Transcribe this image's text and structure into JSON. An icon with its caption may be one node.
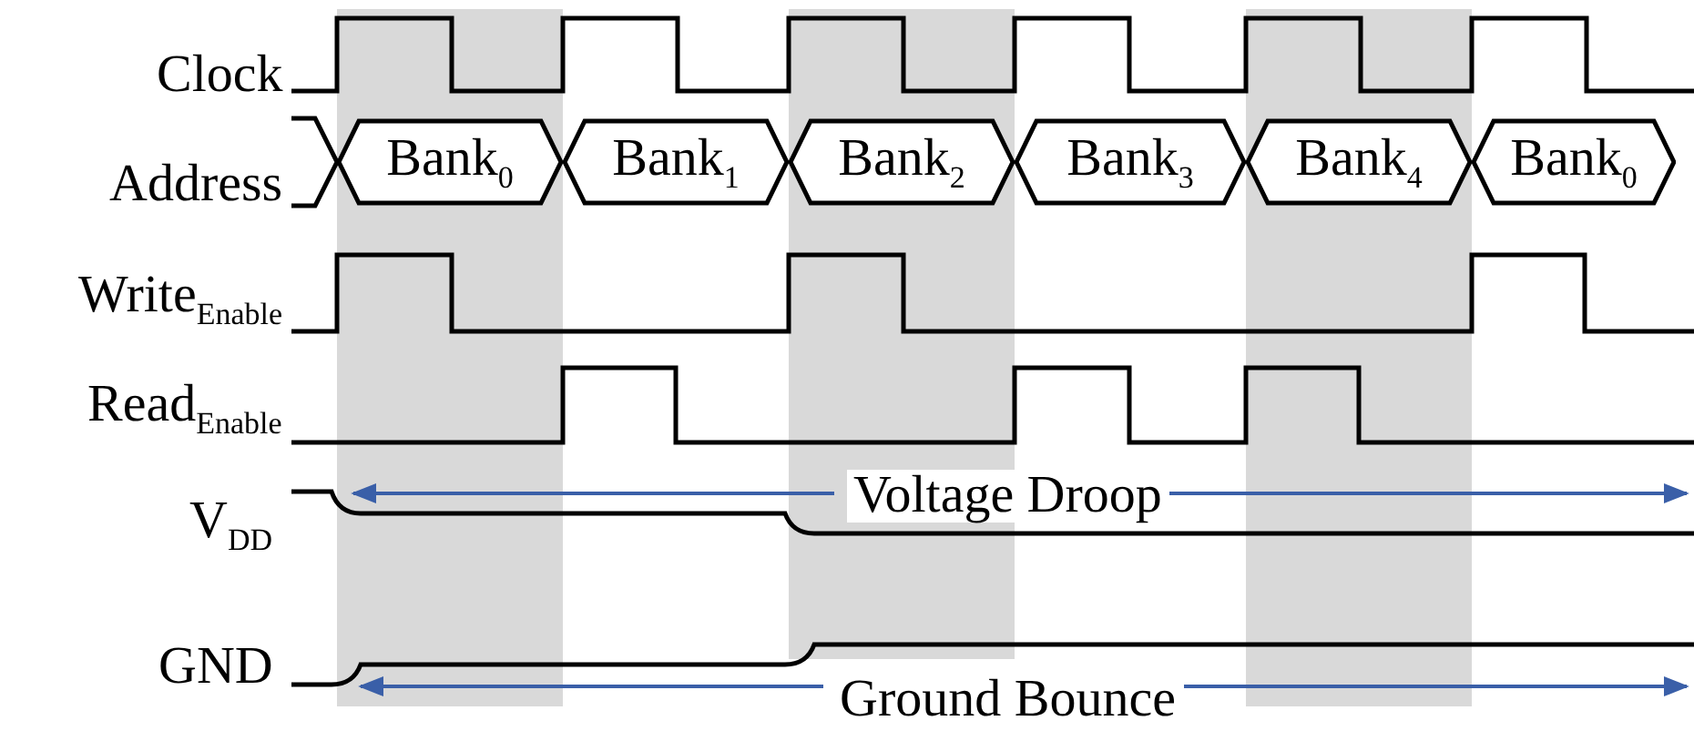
{
  "diagram": {
    "nodes": [
      {
        "text": [
          "Bank$_{0}$"
        ]
      },
      {
        "text": [
          "Bank$_{1}$"
        ]
      },
      {
        "text": [
          "Bank$_{2}$"
        ]
      },
      {
        "text": [
          "Bank$_{3}$"
        ]
      },
      {
        "text": [
          "Bank$_{4}$"
        ]
      },
      {
        "text": [
          "Bank$_{0}$"
        ]
      }
    ],
    "edges": [],
    "labels": [
      "Clock",
      "Address",
      "Write$_{Enable}$",
      "Read$_{Enable}$",
      "Voltage Droop",
      "V$_{DD}$",
      "GND",
      "Ground Bounce"
    ]
  }
}
